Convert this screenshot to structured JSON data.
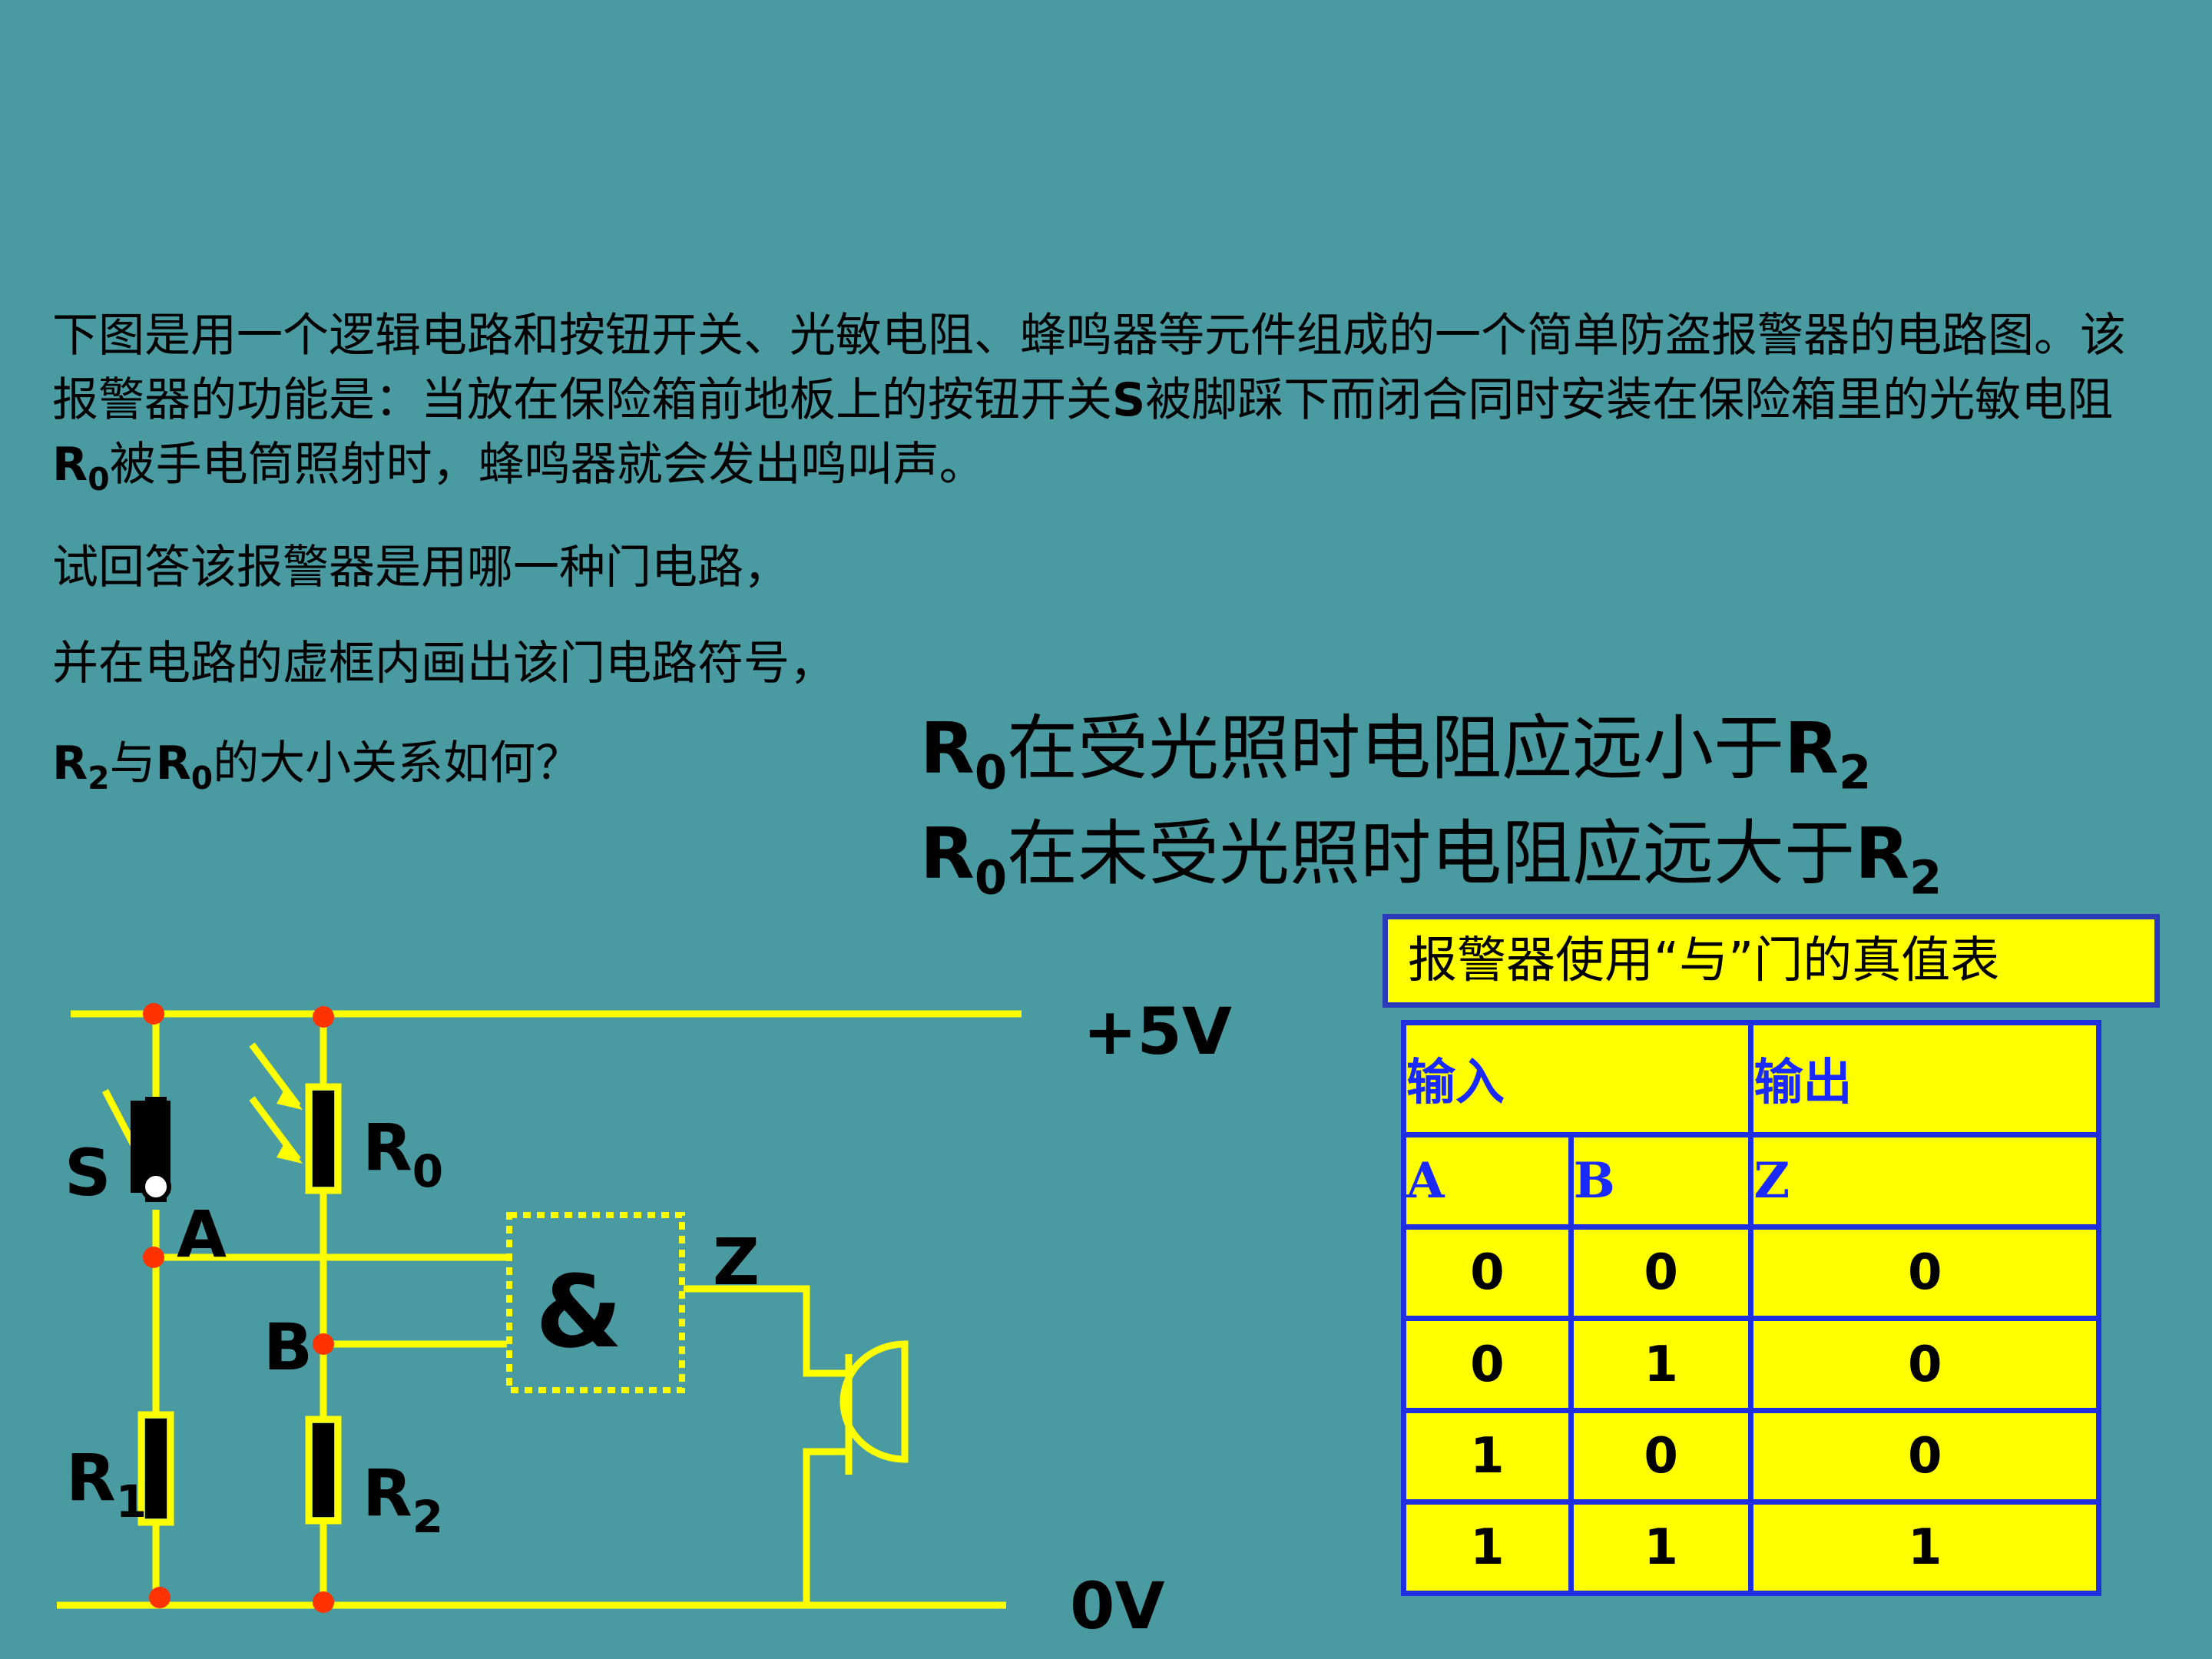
{
  "problem": {
    "intro_before_S": "下图是用一个逻辑电路和按钮开关、光敏电阻、蜂鸣器等元件组成的一个简单防盗报警器的电路图。该报警器的功能是：当放在保险箱前地板上的按钮开关",
    "S": "S",
    "intro_mid": "被脚踩下而闭合同时安装在保险箱里的光敏电阻",
    "R": "R",
    "R_sub": "0",
    "intro_end": "被手电筒照射时，蜂鸣器就会发出鸣叫声。",
    "question1": "试回答该报警器是用哪一种门电路，",
    "question2": "并在电路的虚框内画出该门电路符号，",
    "question3": {
      "r_a": "R",
      "sub_a": "2",
      "mid": "与",
      "r_b": "R",
      "sub_b": "0",
      "tail": "的大小关系如何？"
    }
  },
  "answers": [
    {
      "r_a": "R",
      "sub_a": "0",
      "text": "在受光照时电阻应远小于",
      "r_b": "R",
      "sub_b": "2"
    },
    {
      "r_a": "R",
      "sub_a": "0",
      "text": "在未受光照时电阻应远大于",
      "r_b": "R",
      "sub_b": "2"
    }
  ],
  "circuit": {
    "supply_label": "+5V",
    "ground_label": "0V",
    "switch_label": "S",
    "node_a_label": "A",
    "node_b_label": "B",
    "output_label": "Z",
    "gate_symbol": "&",
    "r0": {
      "letter": "R",
      "sub": "0"
    },
    "r1": {
      "letter": "R",
      "sub": "1"
    },
    "r2": {
      "letter": "R",
      "sub": "2"
    },
    "colors": {
      "wire": "#ffff00",
      "node": "#ff3300",
      "light_arrow": "#ffff00"
    }
  },
  "truth_table": {
    "title": "报警器使用“与”门的真值表",
    "header_input": "输入",
    "header_output": "输出",
    "columns": [
      "A",
      "B",
      "Z"
    ],
    "rows": [
      [
        "0",
        "0",
        "0"
      ],
      [
        "0",
        "1",
        "0"
      ],
      [
        "1",
        "0",
        "0"
      ],
      [
        "1",
        "1",
        "1"
      ]
    ],
    "colors": {
      "fill": "#ffff00",
      "border": "#1f2fe0",
      "header_text": "#1a2aff"
    }
  }
}
